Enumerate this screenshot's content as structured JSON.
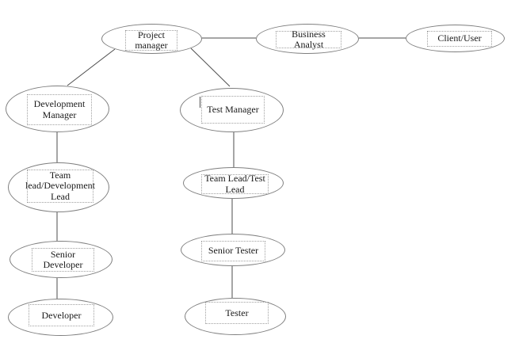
{
  "diagram": {
    "type": "org-chart",
    "colors": {
      "background": "#ffffff",
      "ellipse_stroke": "#7f7f7f",
      "connector": "#4d4d4d",
      "dotted_box": "#a0a0a0",
      "text": "#1a1a1a"
    },
    "nodes": [
      {
        "id": "project-manager",
        "label": "Project manager"
      },
      {
        "id": "business-analyst",
        "label": "Business Analyst"
      },
      {
        "id": "client-user",
        "label": "Client/User"
      },
      {
        "id": "development-manager",
        "label": "Development Manager"
      },
      {
        "id": "test-manager",
        "label": "Test Manager"
      },
      {
        "id": "team-lead-development-lead",
        "label": "Team lead/Development Lead"
      },
      {
        "id": "team-lead-test-lead",
        "label": "Team Lead/Test Lead"
      },
      {
        "id": "senior-developer",
        "label": "Senior Developer"
      },
      {
        "id": "senior-tester",
        "label": "Senior Tester"
      },
      {
        "id": "developer",
        "label": "Developer"
      },
      {
        "id": "tester",
        "label": "Tester"
      }
    ],
    "edges": [
      {
        "from": "project-manager",
        "to": "business-analyst"
      },
      {
        "from": "business-analyst",
        "to": "client-user"
      },
      {
        "from": "project-manager",
        "to": "development-manager"
      },
      {
        "from": "project-manager",
        "to": "test-manager"
      },
      {
        "from": "development-manager",
        "to": "team-lead-development-lead"
      },
      {
        "from": "team-lead-development-lead",
        "to": "senior-developer"
      },
      {
        "from": "senior-developer",
        "to": "developer"
      },
      {
        "from": "test-manager",
        "to": "team-lead-test-lead"
      },
      {
        "from": "team-lead-test-lead",
        "to": "senior-tester"
      },
      {
        "from": "senior-tester",
        "to": "tester"
      }
    ]
  }
}
